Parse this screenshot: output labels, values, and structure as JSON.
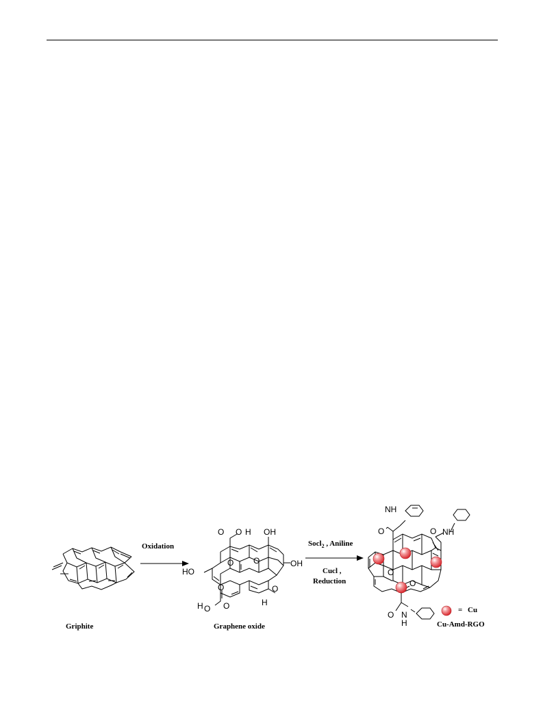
{
  "page": {
    "background": "#ffffff"
  },
  "scheme": {
    "step1_reagent": "Oxidation",
    "step2_reagent_a_main": "Socl",
    "step2_reagent_a_sub": "2",
    "step2_reagent_a_rest": " , Aniline",
    "step2_reagent_b": "Cucl ,",
    "step2_reagent_c": "Reduction",
    "compound1_label": "Griphite",
    "compound2_label": "Graphene oxide",
    "compound3_label": "Cu-Amd-RGO",
    "legend_eq": "=",
    "legend_text": "Cu",
    "cu_color": "#e8464a",
    "graphene_oxide_groups": {
      "cooh_top_o": "O",
      "cooh_top_h": "H",
      "oh_top": "OH",
      "oh_left": "HO",
      "oh_right": "OH",
      "epoxy_o1": "O",
      "epoxy_o2": "O",
      "epoxy_o3": "O",
      "cooh_right_o": "O",
      "cooh_right_h": "H",
      "cooh_bottom_h": "H",
      "cooh_bottom_o": "O"
    },
    "rgo_groups": {
      "nh_top": "NH",
      "o_top": "O",
      "nh_right": "NH",
      "o_right": "O",
      "epoxy_o1": "O",
      "epoxy_o2": "O",
      "o_bottom": "O",
      "nh_bottom": "N",
      "h_bottom": "H"
    }
  }
}
